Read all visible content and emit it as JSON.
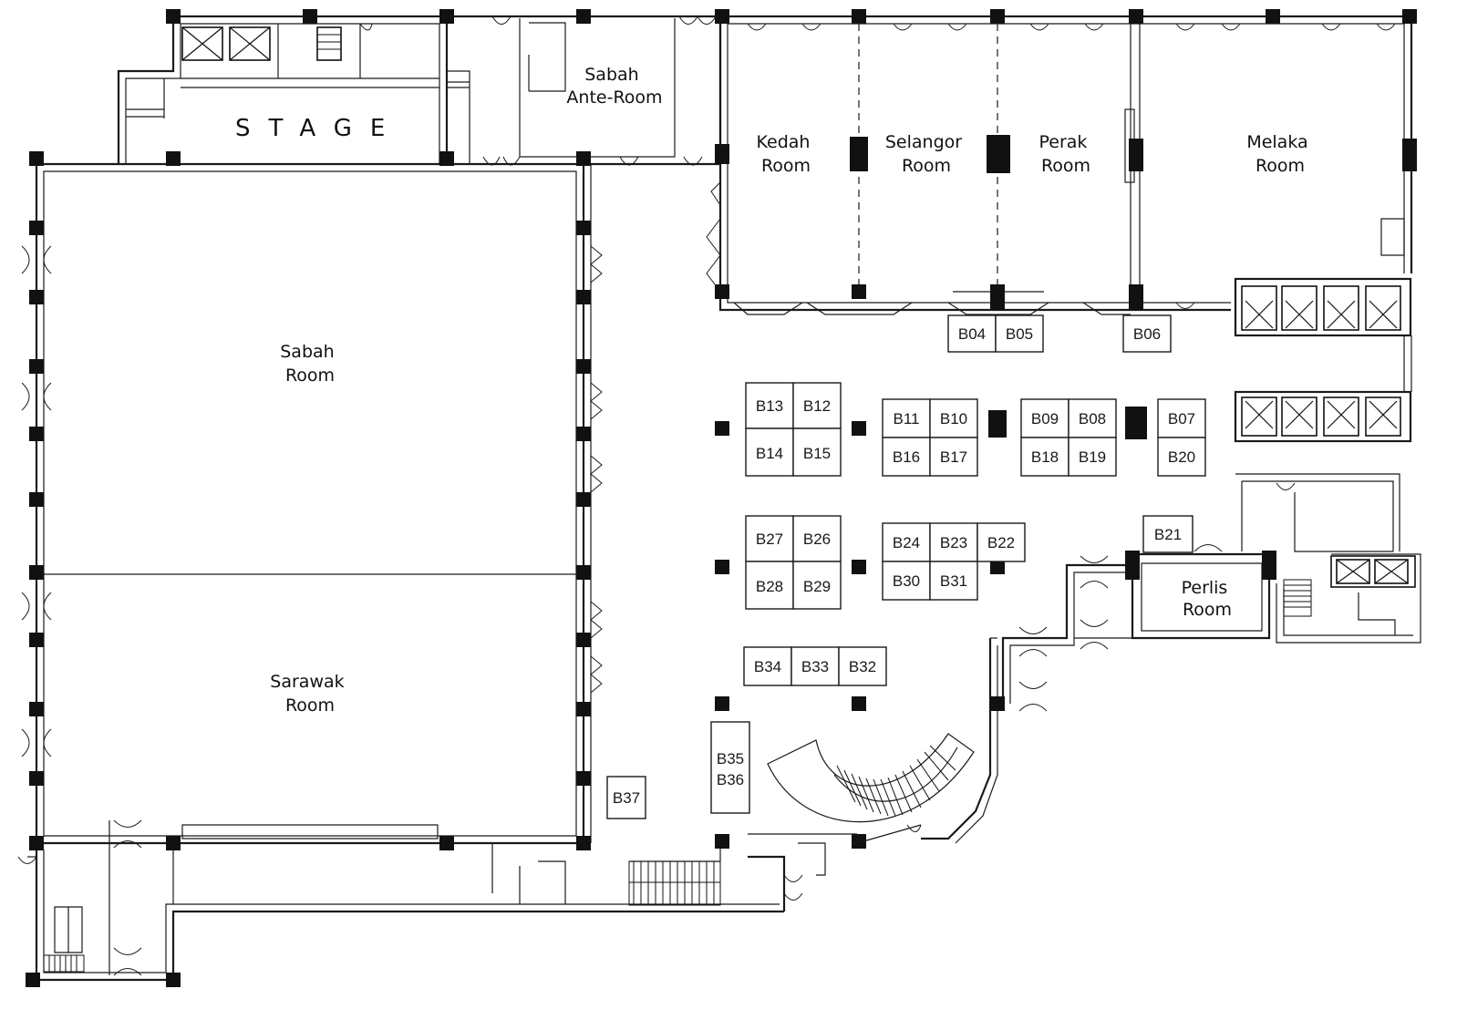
{
  "rooms": {
    "stage": "STAGE",
    "sabah_ante": [
      "Sabah",
      "Ante-Room"
    ],
    "kedah": [
      "Kedah",
      "Room"
    ],
    "selangor": [
      "Selangor",
      "Room"
    ],
    "perak": [
      "Perak",
      "Room"
    ],
    "melaka": [
      "Melaka",
      "Room"
    ],
    "sabah": [
      "Sabah",
      "Room"
    ],
    "sarawak": [
      "Sarawak",
      "Room"
    ],
    "perlis": [
      "Perlis",
      "Room"
    ]
  },
  "booths": {
    "b04": "B04",
    "b05": "B05",
    "b06": "B06",
    "b07": "B07",
    "b08": "B08",
    "b09": "B09",
    "b10": "B10",
    "b11": "B11",
    "b12": "B12",
    "b13": "B13",
    "b14": "B14",
    "b15": "B15",
    "b16": "B16",
    "b17": "B17",
    "b18": "B18",
    "b19": "B19",
    "b20": "B20",
    "b21": "B21",
    "b22": "B22",
    "b23": "B23",
    "b24": "B24",
    "b26": "B26",
    "b27": "B27",
    "b28": "B28",
    "b29": "B29",
    "b30": "B30",
    "b31": "B31",
    "b32": "B32",
    "b33": "B33",
    "b34": "B34",
    "b35": "B35",
    "b36": "B36",
    "b37": "B37"
  }
}
